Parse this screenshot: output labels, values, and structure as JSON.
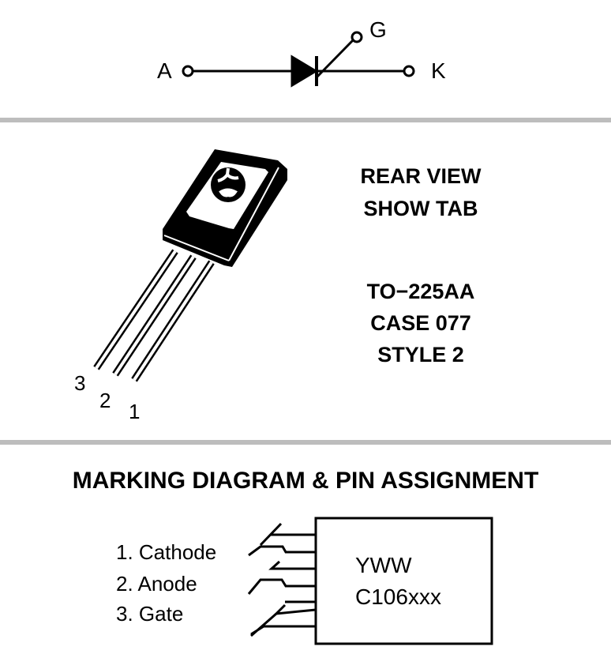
{
  "symbol": {
    "anode": "A",
    "gate": "G",
    "cathode": "K"
  },
  "package_view": {
    "view_lines": [
      "REAR VIEW",
      "SHOW TAB"
    ],
    "package_lines": [
      "TO−225AA",
      "CASE 077",
      "STYLE 2"
    ],
    "pin_numbers": [
      "3",
      "2",
      "1"
    ]
  },
  "marking": {
    "heading": "MARKING DIAGRAM & PIN ASSIGNMENT",
    "pins": [
      "1. Cathode",
      "2. Anode",
      "3. Gate"
    ],
    "marking_lines": [
      "YWW",
      "C106xxx"
    ]
  },
  "colors": {
    "divider": "#bdbdbd",
    "ink": "#000000"
  }
}
